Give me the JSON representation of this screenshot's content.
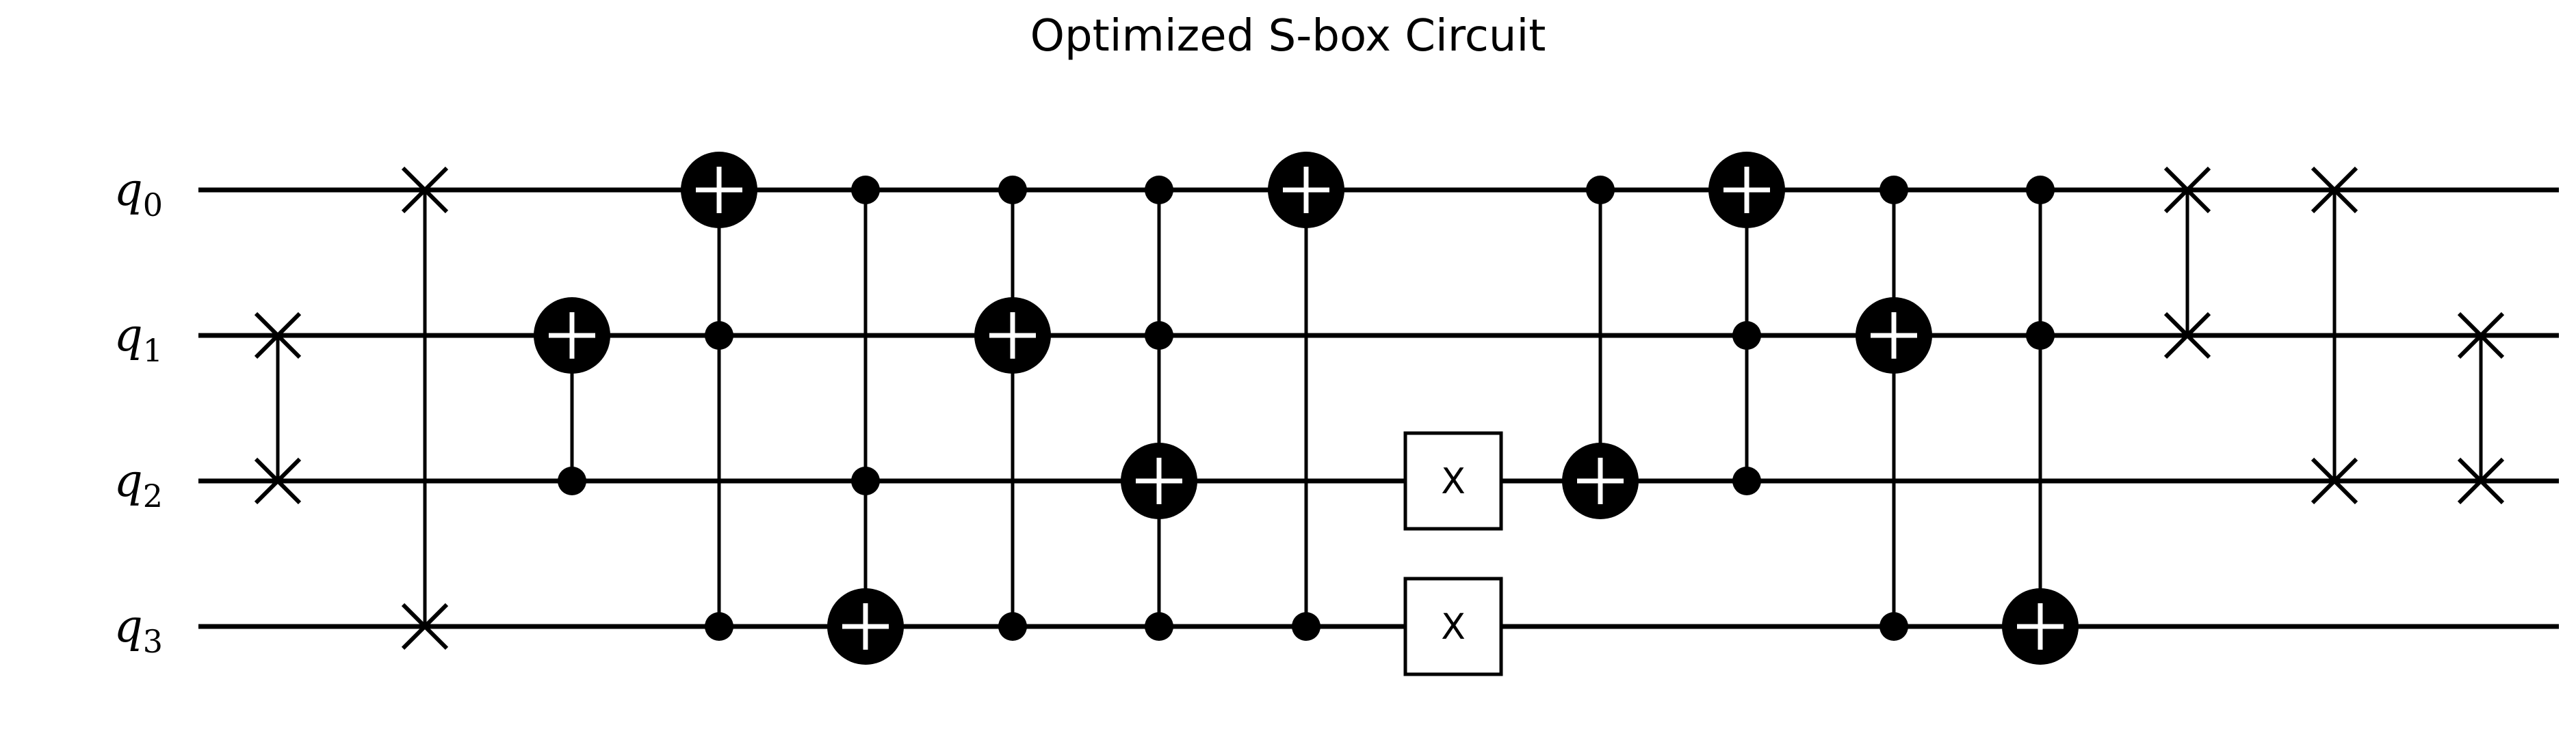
{
  "title": "Optimized S-box Circuit",
  "qubits": [
    {
      "symbol": "q",
      "index": "0"
    },
    {
      "symbol": "q",
      "index": "1"
    },
    {
      "symbol": "q",
      "index": "2"
    },
    {
      "symbol": "q",
      "index": "3"
    }
  ],
  "gates": [
    {
      "type": "swap",
      "col": 0,
      "qubits": [
        1,
        2
      ]
    },
    {
      "type": "swap",
      "col": 1,
      "qubits": [
        0,
        3
      ]
    },
    {
      "type": "cx",
      "col": 2,
      "controls": [
        2
      ],
      "target": 1
    },
    {
      "type": "cx",
      "col": 3,
      "controls": [
        1,
        3
      ],
      "target": 0
    },
    {
      "type": "cx",
      "col": 4,
      "controls": [
        0,
        2
      ],
      "target": 3
    },
    {
      "type": "cx",
      "col": 5,
      "controls": [
        0,
        3
      ],
      "target": 1
    },
    {
      "type": "cx",
      "col": 6,
      "controls": [
        0,
        1,
        3
      ],
      "target": 2
    },
    {
      "type": "cx",
      "col": 7,
      "controls": [
        3
      ],
      "target": 0
    },
    {
      "type": "x",
      "col": 8,
      "qubit": 2,
      "label": "X"
    },
    {
      "type": "x",
      "col": 8,
      "qubit": 3,
      "label": "X"
    },
    {
      "type": "cx",
      "col": 9,
      "controls": [
        0
      ],
      "target": 2
    },
    {
      "type": "cx",
      "col": 10,
      "controls": [
        1,
        2
      ],
      "target": 0
    },
    {
      "type": "cx",
      "col": 11,
      "controls": [
        0,
        3
      ],
      "target": 1
    },
    {
      "type": "cx",
      "col": 12,
      "controls": [
        0,
        1
      ],
      "target": 3
    },
    {
      "type": "swap",
      "col": 13,
      "qubits": [
        0,
        1
      ]
    },
    {
      "type": "swap",
      "col": 14,
      "qubits": [
        0,
        2
      ]
    },
    {
      "type": "swap",
      "col": 15,
      "qubits": [
        1,
        2
      ]
    }
  ]
}
